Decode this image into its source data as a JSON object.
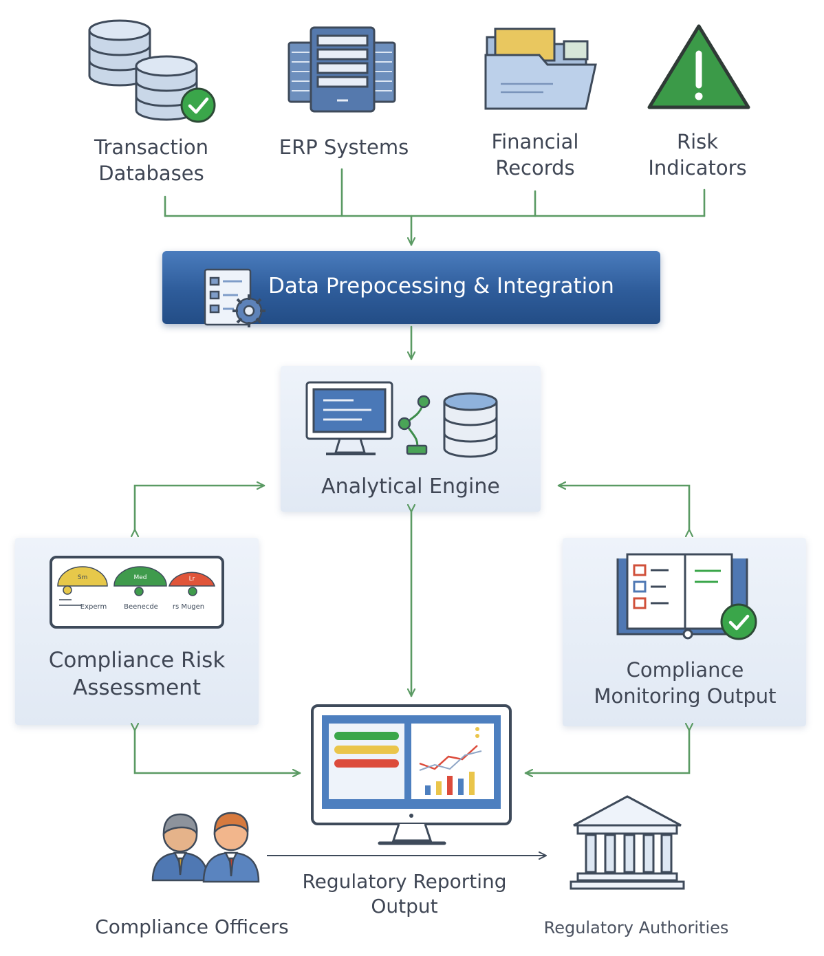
{
  "sources": {
    "transaction_databases": {
      "line1": "Transaction",
      "line2": "Databases"
    },
    "erp_systems": {
      "line1": "ERP Systems"
    },
    "financial_records": {
      "line1": "Financial",
      "line2": "Records"
    },
    "risk_indicators": {
      "line1": "Risk",
      "line2": "Indicators"
    }
  },
  "preprocessing": {
    "title": "Data Prepocessing & Integration"
  },
  "analytical_engine": {
    "title": "Analytical Engine"
  },
  "risk_assessment": {
    "line1": "Compliance Risk",
    "line2": "Assessment",
    "gauges": [
      {
        "tag": "Sm",
        "label": "Experm",
        "color": "#e7c84a"
      },
      {
        "tag": "Med",
        "label": "Beenecde",
        "color": "#3f9b4c"
      },
      {
        "tag": "Lr",
        "label": "rs Mugen",
        "color": "#e0553a"
      }
    ]
  },
  "monitoring_output": {
    "line1": "Compliance",
    "line2": "Monitoring Output"
  },
  "reporting_output": {
    "line1": "Regulatory Reporting",
    "line2": "Output"
  },
  "compliance_officers": {
    "label": "Compliance Officers"
  },
  "regulatory_authorities": {
    "label": "Regulatory Authorities"
  },
  "colors": {
    "connector": "#5a9a63",
    "banner": "#2e5c9a",
    "status_green": "#3aa64a",
    "status_yellow": "#eac54a",
    "status_red": "#dc4b3b",
    "panel": "#e6edf6",
    "icon_blue": "#4d7fbf"
  }
}
